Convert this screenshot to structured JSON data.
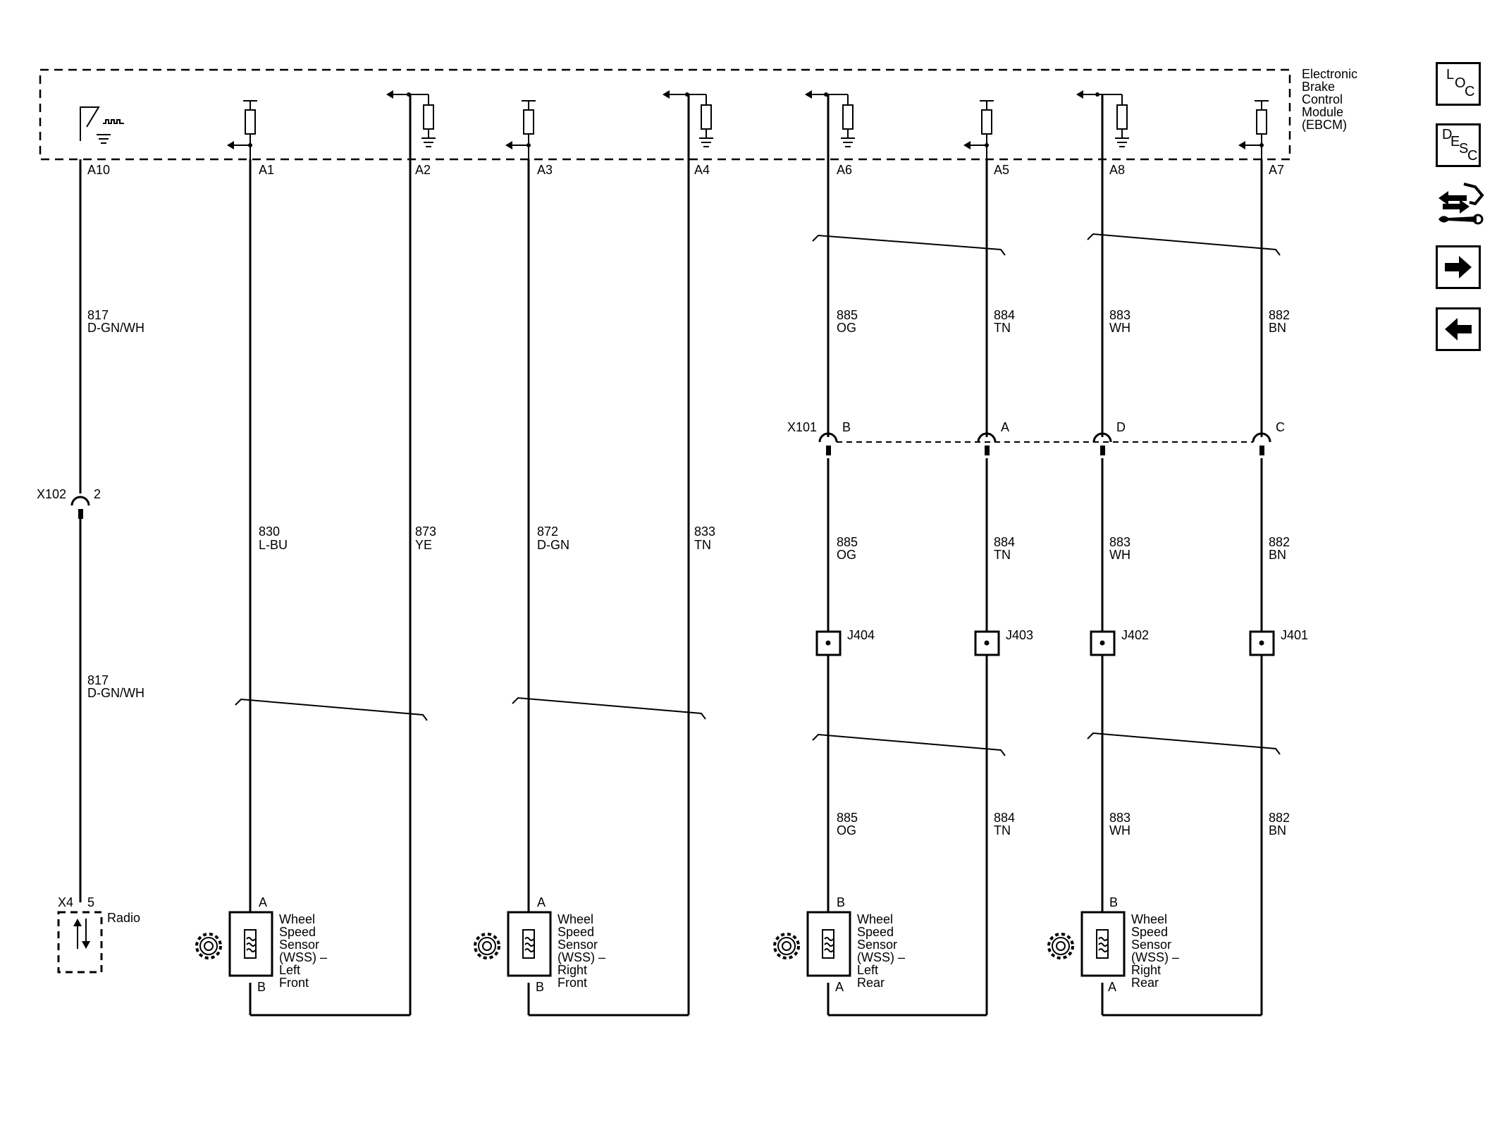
{
  "module": {
    "name_lines": [
      "Electronic",
      "Brake",
      "Control",
      "Module",
      "(EBCM)"
    ]
  },
  "pins": [
    "A10",
    "A1",
    "A2",
    "A3",
    "A4",
    "A6",
    "A5",
    "A8",
    "A7"
  ],
  "circuit_817": {
    "number": "817",
    "color": "D-GN/WH"
  },
  "circuits_front": [
    {
      "number": "830",
      "color": "L-BU"
    },
    {
      "number": "873",
      "color": "YE"
    },
    {
      "number": "872",
      "color": "D-GN"
    },
    {
      "number": "833",
      "color": "TN"
    }
  ],
  "circuits_rear": [
    {
      "number": "885",
      "color": "OG"
    },
    {
      "number": "884",
      "color": "TN"
    },
    {
      "number": "883",
      "color": "WH"
    },
    {
      "number": "882",
      "color": "BN"
    }
  ],
  "connector_x102": {
    "name": "X102",
    "pin": "2"
  },
  "connector_x101": {
    "name": "X101",
    "pins": [
      "B",
      "A",
      "D",
      "C"
    ]
  },
  "splices": [
    "J404",
    "J403",
    "J402",
    "J401"
  ],
  "radio": {
    "connector": "X4",
    "pin": "5",
    "label": "Radio"
  },
  "sensors": [
    {
      "top_pin": "A",
      "bottom_pin": "B",
      "label_lines": [
        "Wheel",
        "Speed",
        "Sensor",
        "(WSS) –",
        "Left",
        "Front"
      ]
    },
    {
      "top_pin": "A",
      "bottom_pin": "B",
      "label_lines": [
        "Wheel",
        "Speed",
        "Sensor",
        "(WSS) –",
        "Right",
        "Front"
      ]
    },
    {
      "top_pin": "B",
      "bottom_pin": "A",
      "label_lines": [
        "Wheel",
        "Speed",
        "Sensor",
        "(WSS) –",
        "Left",
        "Rear"
      ]
    },
    {
      "top_pin": "B",
      "bottom_pin": "A",
      "label_lines": [
        "Wheel",
        "Speed",
        "Sensor",
        "(WSS) –",
        "Right",
        "Rear"
      ]
    }
  ],
  "nav": {
    "loc": [
      "L",
      "O",
      "C"
    ],
    "desc": [
      "D",
      "E",
      "S",
      "C"
    ],
    "icons": [
      "connector-end-view-icon",
      "arrow-right-icon",
      "arrow-left-icon"
    ]
  }
}
